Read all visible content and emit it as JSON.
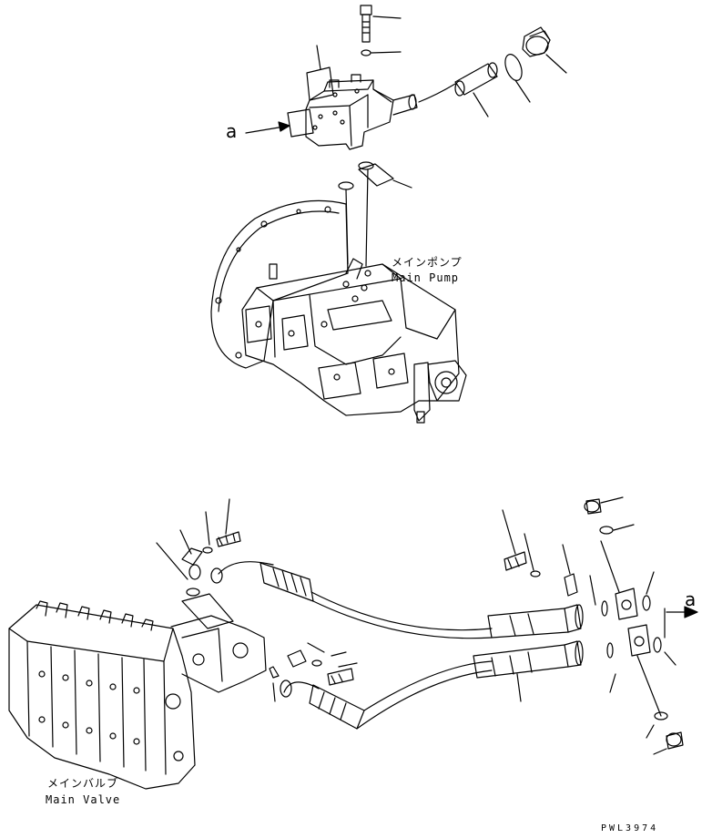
{
  "labels": {
    "main_pump_ja": "メインポンプ",
    "main_pump_en": "Main Pump",
    "main_valve_ja": "メインバルブ",
    "main_valve_en": "Main Valve",
    "ref_a_top": "a",
    "ref_a_right": "a",
    "drawing_code": "PWL3974"
  }
}
